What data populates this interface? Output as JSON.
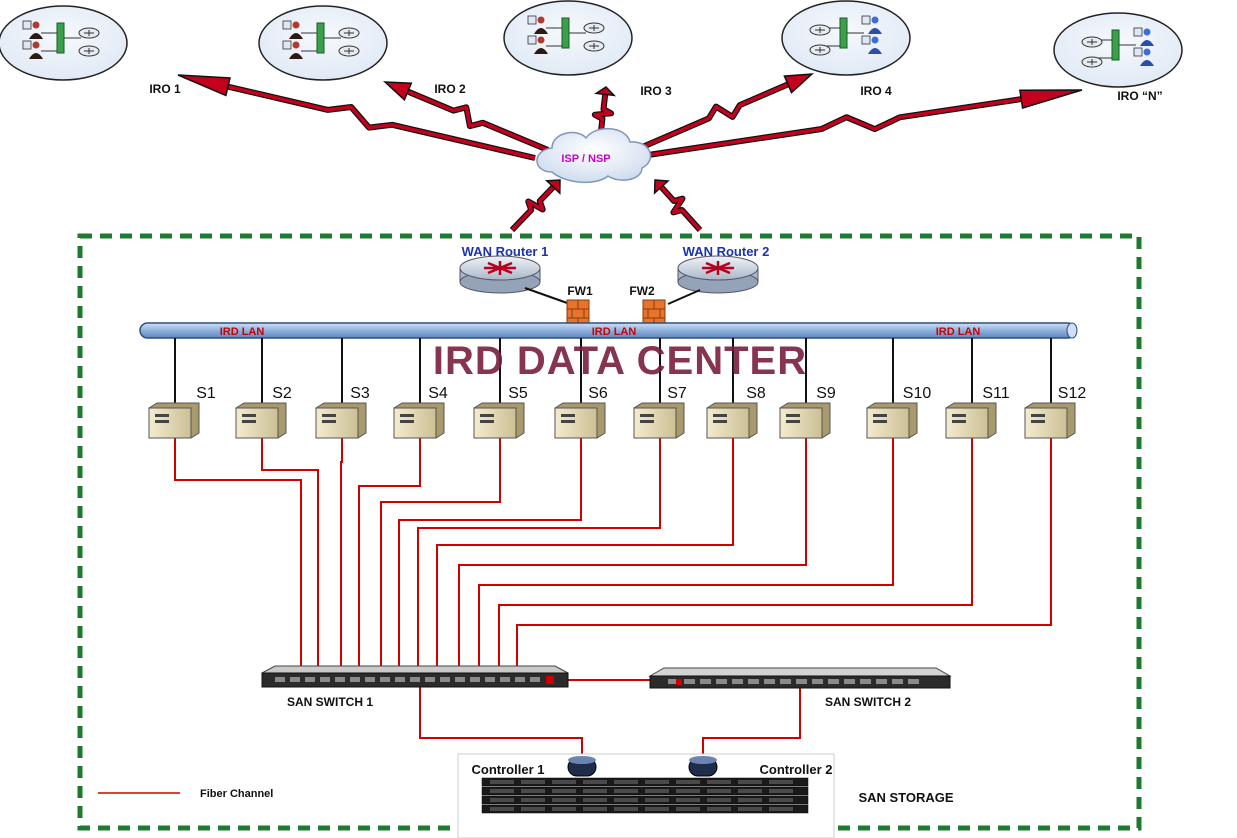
{
  "offices": [
    {
      "label": "IRO 1",
      "type": "A"
    },
    {
      "label": "IRO 2",
      "type": "A"
    },
    {
      "label": "IRO 3",
      "type": "A"
    },
    {
      "label": "IRO 4",
      "type": "B"
    },
    {
      "label": "IRO “N”",
      "type": "B"
    }
  ],
  "cloud": {
    "label": "ISP / NSP"
  },
  "routers": [
    {
      "label": "WAN Router 1"
    },
    {
      "label": "WAN Router 2"
    }
  ],
  "firewalls": [
    {
      "label": "FW1"
    },
    {
      "label": "FW2"
    }
  ],
  "lan": {
    "labels": [
      "IRD LAN",
      "IRD LAN",
      "IRD LAN"
    ]
  },
  "title": "IRD DATA CENTER",
  "servers": [
    "S1",
    "S2",
    "S3",
    "S4",
    "S5",
    "S6",
    "S7",
    "S8",
    "S9",
    "S10",
    "S11",
    "S12"
  ],
  "switches": [
    {
      "label": "SAN SWITCH 1"
    },
    {
      "label": "SAN SWITCH 2"
    }
  ],
  "controllers": [
    {
      "label": "Controller 1"
    },
    {
      "label": "Controller 2"
    }
  ],
  "storage": {
    "label": "SAN STORAGE"
  },
  "legend": {
    "label": "Fiber Channel"
  },
  "colors": {
    "fiber": "#d40000",
    "border": "#1e7a2e",
    "title": "#7a1e3c",
    "router_label": "#1a33b0",
    "cloud_label": "#cc00cc",
    "lan_bar": "#9bb6db",
    "lan_label": "#cc0000"
  }
}
